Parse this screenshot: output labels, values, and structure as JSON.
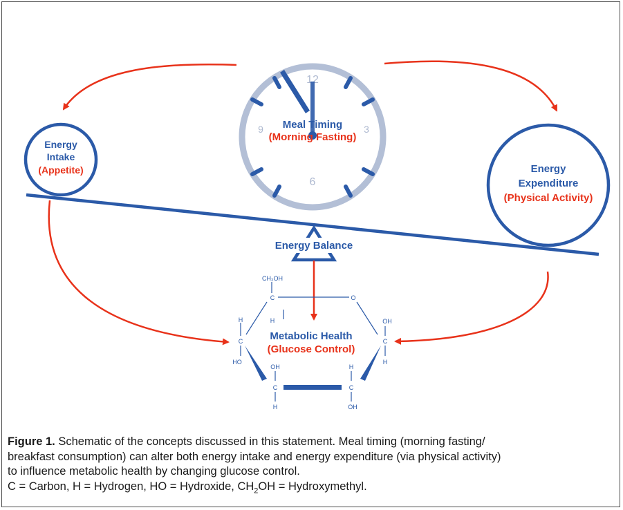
{
  "colors": {
    "blue": "#2b5aa8",
    "red": "#e8321a",
    "clock_face": "#b8c4da",
    "chem_text": "#2b5aa8"
  },
  "meal_timing": {
    "title": "Meal Timing",
    "subtitle": "(Morning Fasting)"
  },
  "clock": {
    "numerals": [
      "12",
      "3",
      "6",
      "9"
    ]
  },
  "energy_intake": {
    "line1": "Energy",
    "line2": "Intake",
    "subtitle": "(Appetite)"
  },
  "energy_expenditure": {
    "line1": "Energy",
    "line2": "Expenditure",
    "subtitle": "(Physical Activity)"
  },
  "energy_balance": {
    "label": "Energy Balance"
  },
  "metabolic_health": {
    "title": "Metabolic Health",
    "subtitle": "(Glucose Control)"
  },
  "glucose_ring": {
    "ch2oh": "CH₂OH",
    "c_top": "C",
    "o_top": "O",
    "h_left": "H",
    "c_left": "C",
    "ho_left": "HO",
    "h_inner": "H",
    "oh_right": "OH",
    "c_right": "C",
    "h_right": "H",
    "oh_bl": "OH",
    "c_bl": "C",
    "h_bl": "H",
    "h_br": "H",
    "c_br": "C",
    "oh_br": "OH"
  },
  "caption": {
    "figure_label": "Figure 1.",
    "line1": " Schematic of the concepts discussed in this statement. Meal timing (morning fasting/",
    "line2": "breakfast consumption) can alter both energy intake and energy expenditure (via physical activity)",
    "line3": "to influence metabolic health by changing glucose control.",
    "line4_a": "C = Carbon, H = Hydrogen, HO = Hydroxide, CH",
    "line4_sub": "2",
    "line4_b": "OH = Hydroxymethyl."
  }
}
